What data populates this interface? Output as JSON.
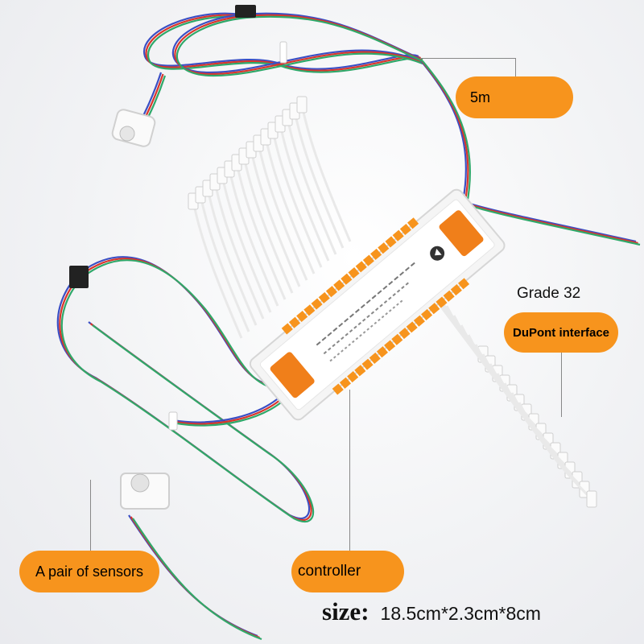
{
  "callouts": {
    "cable_length": "5m",
    "grade": "Grade 32",
    "interface": "DuPont interface",
    "sensors": "A pair of sensors",
    "controller": "controller"
  },
  "size": {
    "label": "size:",
    "value": "18.5cm*2.3cm*8cm"
  },
  "colors": {
    "callout_fill": "#f7941d",
    "wire_blue": "#3b4fc4",
    "wire_red": "#d9352b",
    "wire_green": "#2fa86a",
    "controller_body": "#f4f4f4",
    "terminal_orange": "#f7941d"
  }
}
